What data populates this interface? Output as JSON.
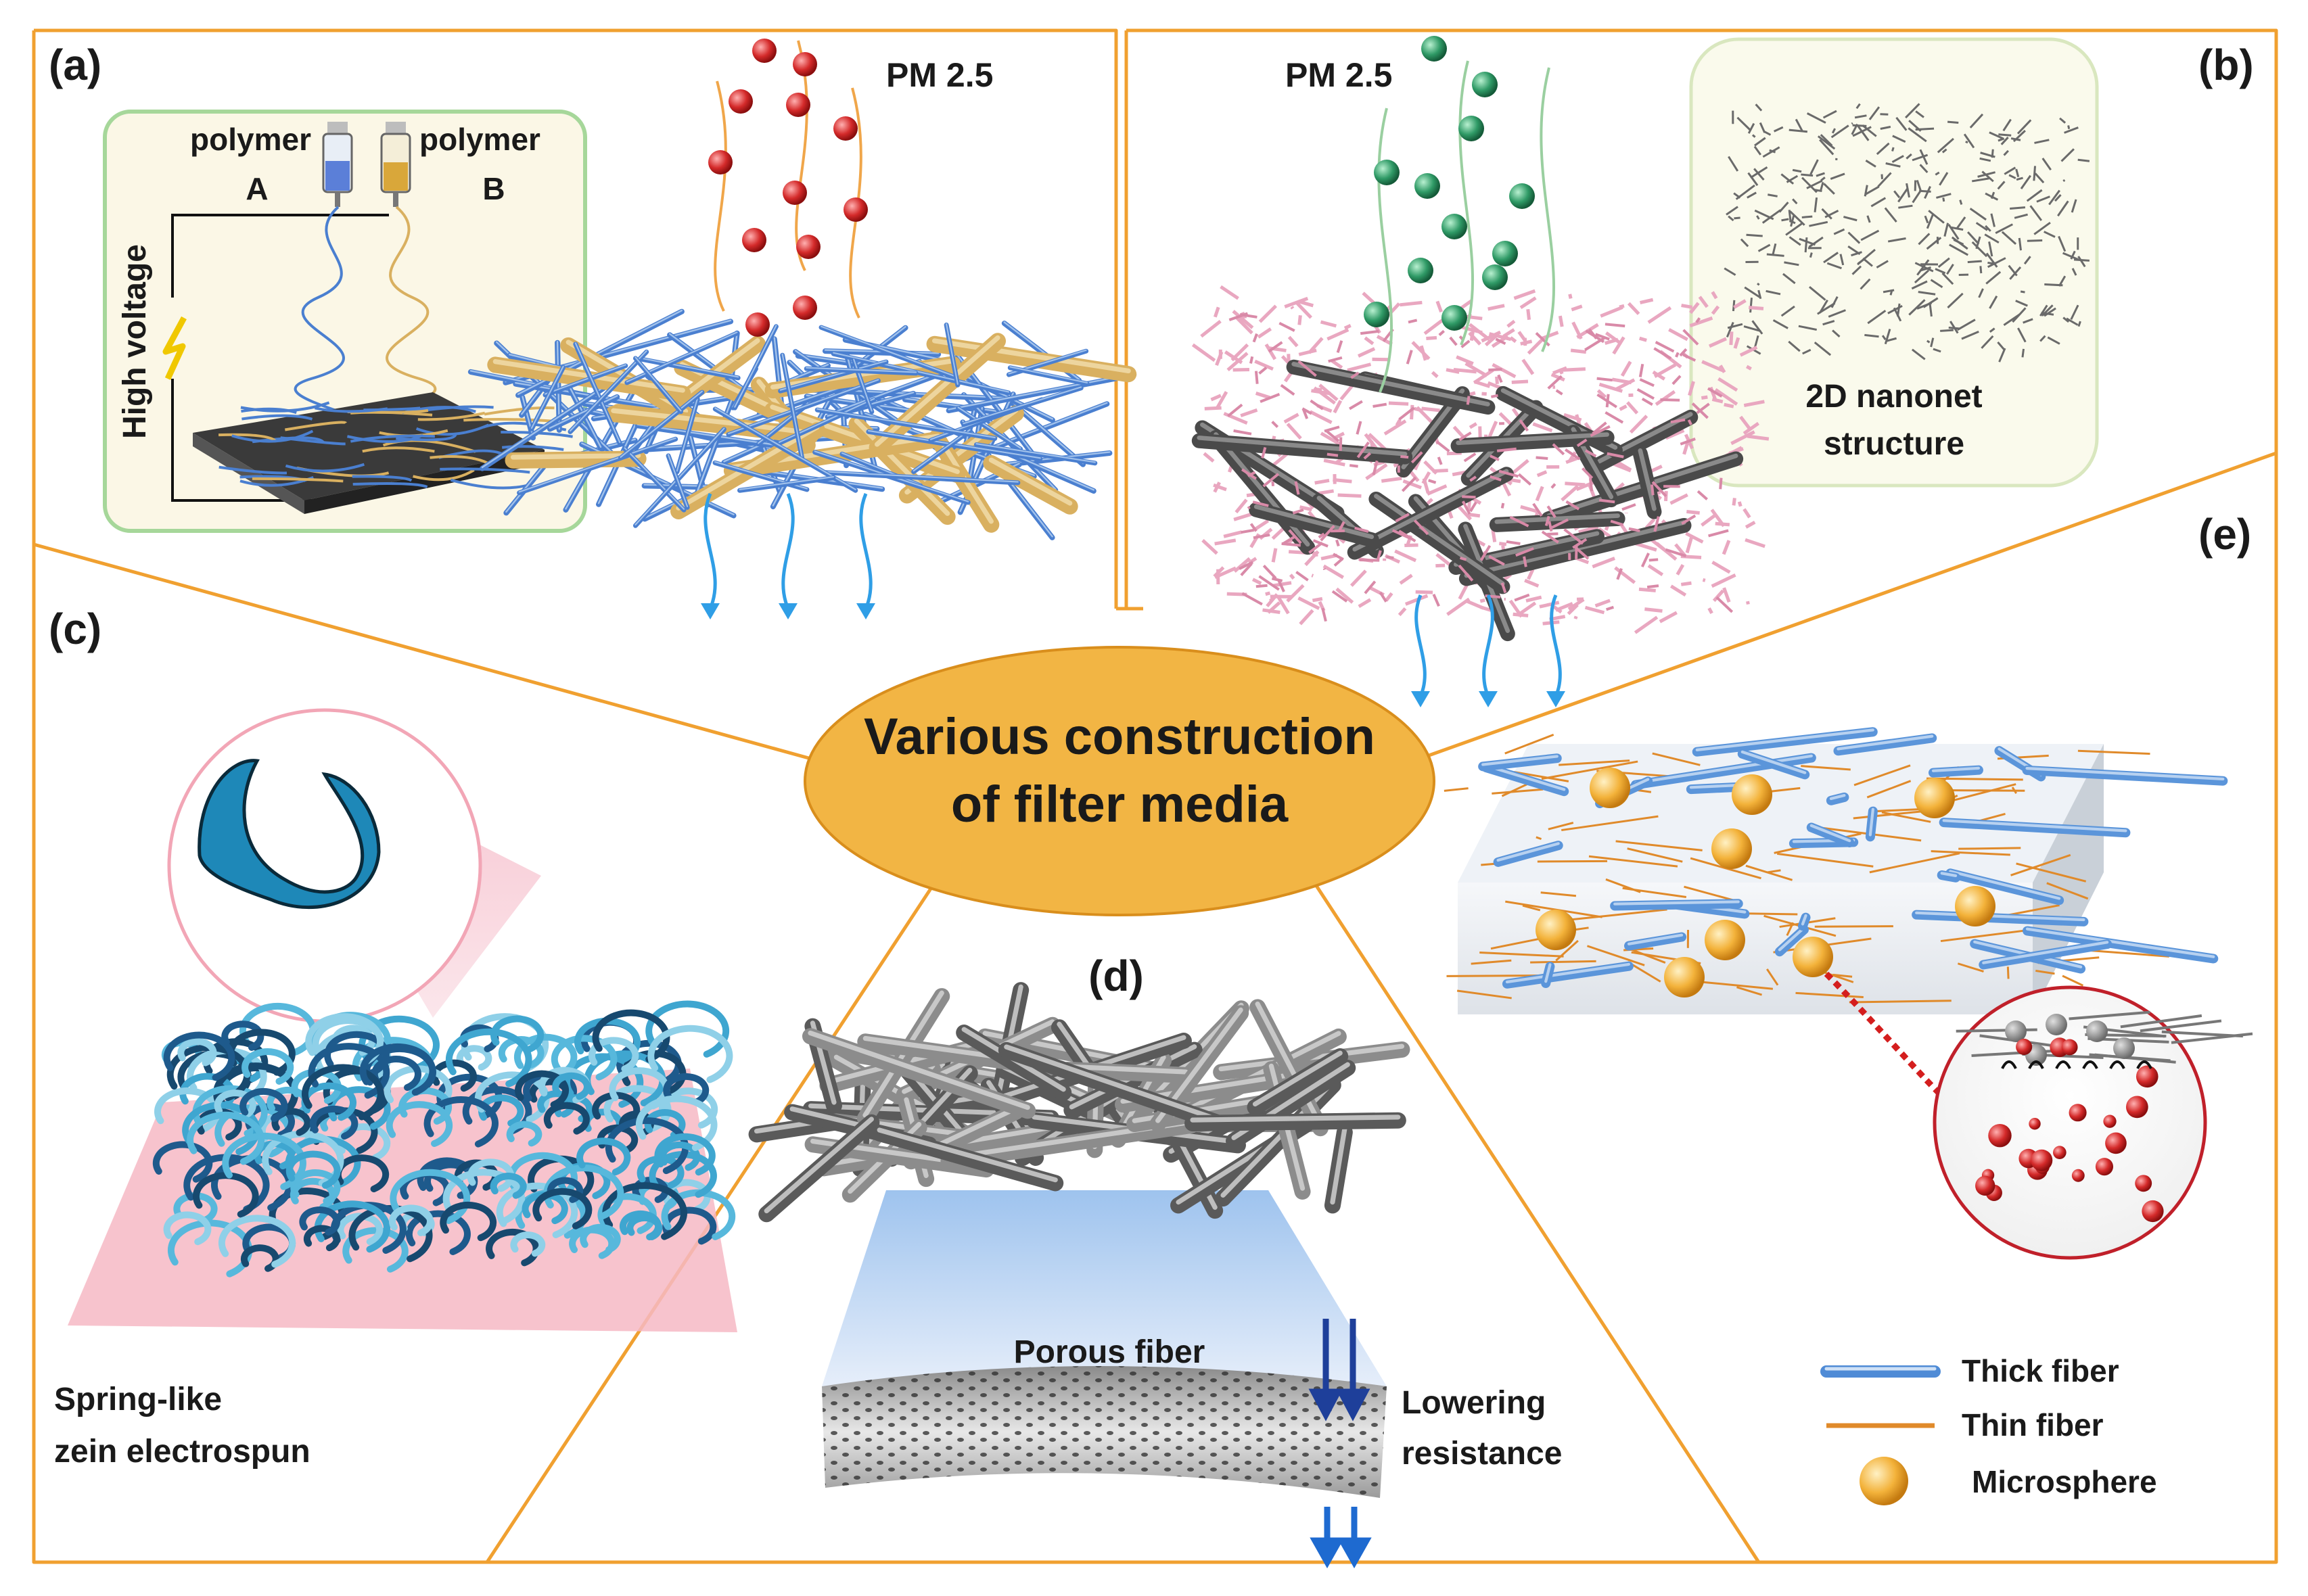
{
  "center": {
    "line1": "Various construction",
    "line2": "of filter media",
    "color": "#f2b544"
  },
  "frame_color": "#f0a030",
  "panel_a": {
    "tag": "(a)",
    "polymer_a_1": "polymer",
    "polymer_a_2": "A",
    "polymer_b_1": "polymer",
    "polymer_b_2": "B",
    "voltage": "High voltage",
    "pm": "PM 2.5",
    "pm_color": "#e8222b",
    "fiber_blue": "#4a7fd0",
    "fiber_gold": "#d9b060"
  },
  "panel_b": {
    "tag": "(b)",
    "pm": "PM 2.5",
    "pm_color": "#2aa86a",
    "nanonet_1": "2D nanonet",
    "nanonet_2": "structure",
    "net_color": "#e9a7c0"
  },
  "panel_c": {
    "tag": "(c)",
    "caption_1": "Spring-like",
    "caption_2": "zein electrospun"
  },
  "panel_d": {
    "tag": "(d)",
    "porous": "Porous fiber",
    "lowering_1": "Lowering",
    "lowering_2": "resistance"
  },
  "panel_e": {
    "tag": "(e)",
    "legend": [
      {
        "label": "Thick fiber",
        "icon": "thick-fiber-line"
      },
      {
        "label": "Thin fiber",
        "icon": "thin-fiber-line"
      },
      {
        "label": "Microsphere",
        "icon": "microsphere-dot"
      }
    ]
  }
}
